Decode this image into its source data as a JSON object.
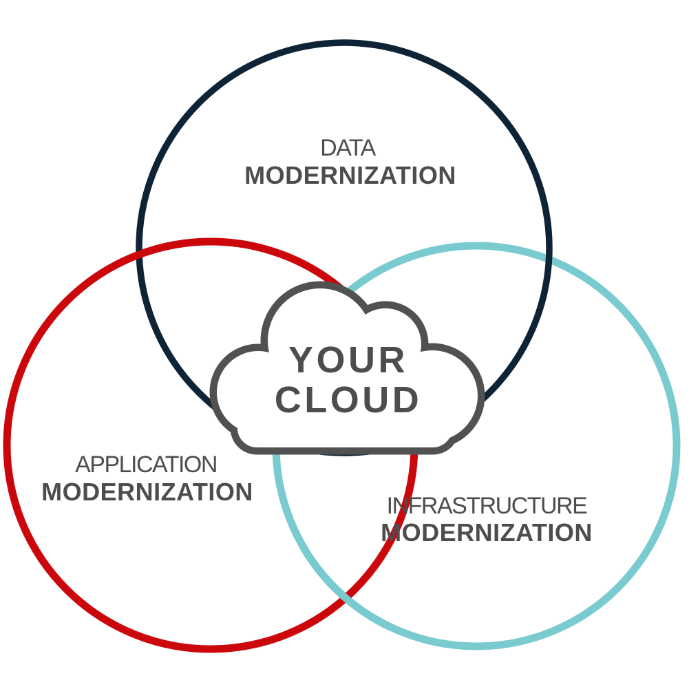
{
  "diagram": {
    "type": "venn",
    "background": "#ffffff",
    "text_color": "#4d4d4d",
    "circles": [
      {
        "label_line1": "DATA",
        "label_line2": "MODERNIZATION",
        "color": "#0e2335"
      },
      {
        "label_line1": "APPLICATION",
        "label_line2": "MODERNIZATION",
        "color": "#cb070c"
      },
      {
        "label_line1": "INFRASTRUCTURE",
        "label_line2": "MODERNIZATION",
        "color": "#79cbd0"
      }
    ],
    "center": {
      "icon": "cloud",
      "line1": "YOUR",
      "line2": "CLOUD",
      "color": "#515151"
    }
  }
}
